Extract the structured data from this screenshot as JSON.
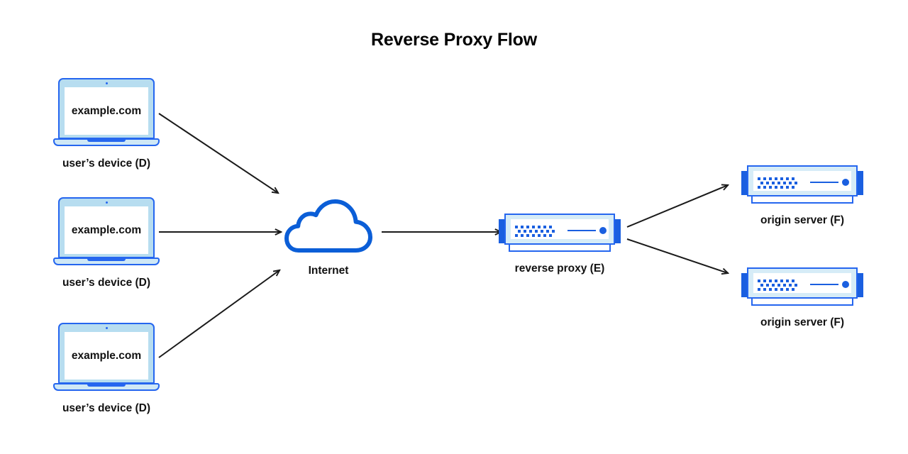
{
  "diagram": {
    "title": "Reverse Proxy Flow",
    "background_color": "#ffffff",
    "accent_blue": "#2566ef",
    "tab_blue": "#1a5fe0",
    "light_blue": "#b7ddf0",
    "panel_blue": "#d6ecf7",
    "arrow_color": "#1a1a1a",
    "text_color": "#111111"
  },
  "nodes": {
    "clients": [
      {
        "screen_text": "example.com",
        "label": "user’s device (D)"
      },
      {
        "screen_text": "example.com",
        "label": "user’s device (D)"
      },
      {
        "screen_text": "example.com",
        "label": "user’s device (D)"
      }
    ],
    "internet": {
      "label": "Internet",
      "icon": "cloud-icon"
    },
    "proxy": {
      "label": "reverse proxy (E)",
      "icon": "server-icon"
    },
    "origins": [
      {
        "label": "origin server (F)",
        "icon": "server-icon"
      },
      {
        "label": "origin server (F)",
        "icon": "server-icon"
      }
    ]
  },
  "edges": [
    {
      "from": "user’s device (D) 1",
      "to": "Internet"
    },
    {
      "from": "user’s device (D) 2",
      "to": "Internet"
    },
    {
      "from": "user’s device (D) 3",
      "to": "Internet"
    },
    {
      "from": "Internet",
      "to": "reverse proxy (E)"
    },
    {
      "from": "reverse proxy (E)",
      "to": "origin server (F) 1"
    },
    {
      "from": "reverse proxy (E)",
      "to": "origin server (F) 2"
    }
  ]
}
